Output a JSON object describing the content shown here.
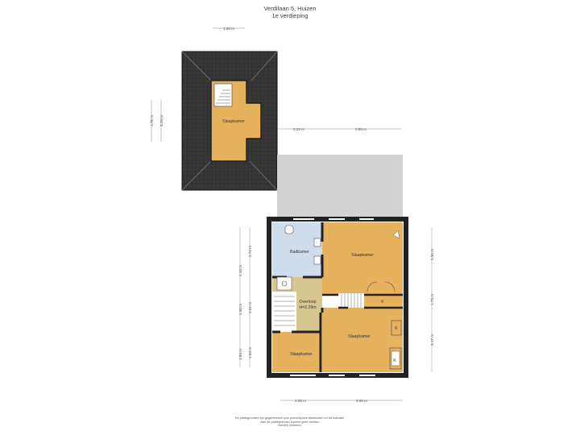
{
  "header": {
    "address": "Verdilaan 5, Huizen",
    "floor": "1e verdieping"
  },
  "rooms": {
    "attic_bedroom": "Slaapkamer",
    "bathroom": "Badkamer",
    "bedroom_top_right": "Slaapkamer",
    "landing": "Overloop",
    "landing_height": "H=2.29m",
    "bedroom_bottom_right": "Slaapkamer",
    "bedroom_small": "Slaapkamer",
    "closet_1": "K",
    "closet_2": "K",
    "closet_3": "K"
  },
  "dimensions": {
    "roof_top_width": "1.66 m",
    "roof_left_outer": "1.75 m",
    "roof_left_inner": "3.26 m",
    "top_gap": "2.22 m",
    "top_right": "3.90 m",
    "left_bath_inner": "2.72 m",
    "left_bath_outer": "2.10 m",
    "left_landing_inner": "2.52 m",
    "left_landing_outer": "2.50 m",
    "left_small_inner": "1.84 m",
    "left_small_outer": "1.84 m",
    "right_top": "3.30 m",
    "right_middle": "1.73 m",
    "right_bottom": "3.17 m",
    "bottom_left": "2.05 m",
    "bottom_right": "3.90 m"
  },
  "disclaimer": {
    "line1": "De plattegronden zijn gegenereerd voor promotionele doeleinden en tot indicatie.",
    "line2": "Aan de plattegronden kunnen geen rechten",
    "line3": "worden ontleend."
  },
  "colors": {
    "room_orange": "#E6B25E",
    "bathroom_blue": "#CFDCEB",
    "landing_beige": "#D8C690",
    "roof_dark": "#333333",
    "terrace_grey": "#D3D3D3",
    "wall": "#222222"
  }
}
